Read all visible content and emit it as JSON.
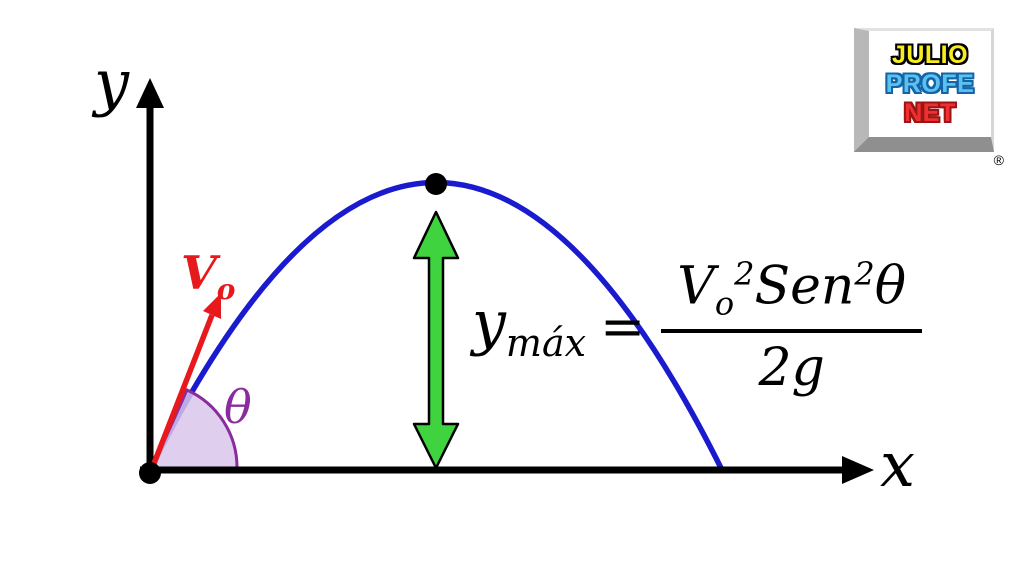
{
  "axes": {
    "y_label": "y",
    "x_label": "x"
  },
  "trajectory": {
    "v0_main": "V",
    "v0_sub": "o",
    "theta": "θ"
  },
  "formula": {
    "lhs_main": "y",
    "lhs_sub": "máx",
    "equals": "=",
    "num_v": "V",
    "num_v_sub": "o",
    "num_v_sup": "2",
    "num_fn": "Sen",
    "num_fn_sup": "2",
    "num_theta": "θ",
    "denominator": "2g"
  },
  "logo": {
    "line1": "JULIO",
    "line2": "PROFE",
    "line3": "NET",
    "registered": "®"
  },
  "colors": {
    "curve_blue": "#1a1ace",
    "velocity_red": "#e8191c",
    "angle_purple": "#8a2b9e",
    "angle_fill": "#d9c6ea",
    "height_green": "#3fd43f",
    "logo_yellow": "#f7ec1e",
    "logo_blue": "#5bc2f0",
    "logo_red": "#f03030"
  }
}
